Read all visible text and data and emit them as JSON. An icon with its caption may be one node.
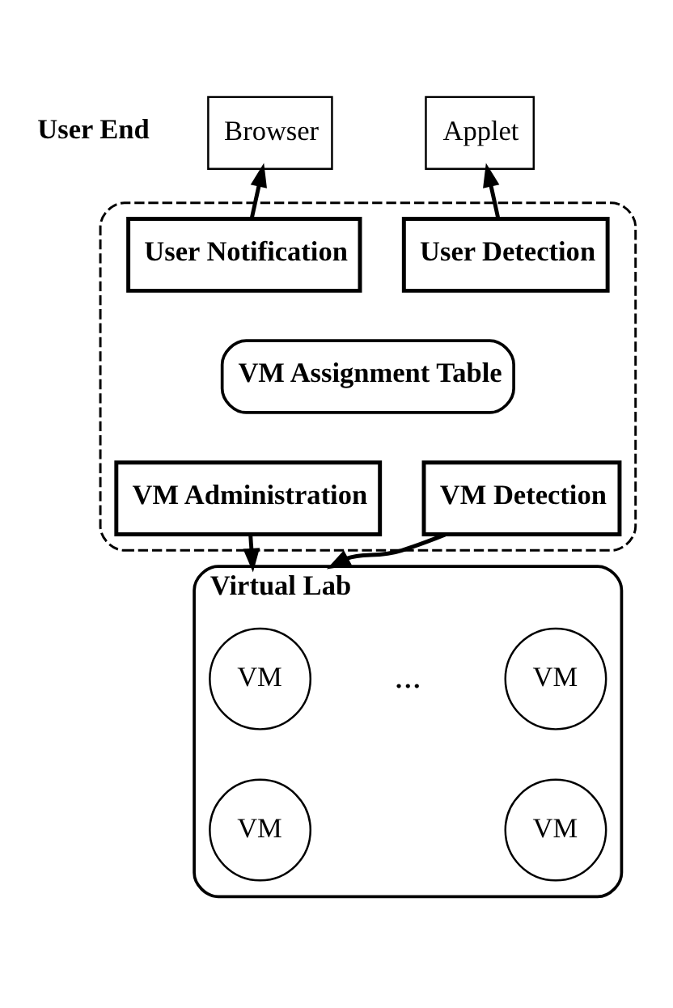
{
  "diagram": {
    "nodes": [
      {
        "text": [
          "Browser"
        ]
      },
      {
        "text": [
          "Applet"
        ]
      },
      {
        "text": [],
        "shape": "box"
      },
      {
        "text": [
          "User Notification"
        ],
        "in": 2
      },
      {
        "text": [
          "User Detection"
        ],
        "in": 2
      },
      {
        "text": [
          "VM Assignment Table"
        ],
        "in": 2
      },
      {
        "text": [
          "VM Administration"
        ],
        "in": 2
      },
      {
        "text": [
          "VM Detection"
        ],
        "in": 2
      },
      {
        "text": [
          "Virtual Lab"
        ]
      },
      {
        "text": [
          "VM"
        ],
        "in": 8
      },
      {
        "text": [
          "VM"
        ],
        "in": 8
      },
      {
        "text": [
          "VM"
        ],
        "in": 8
      },
      {
        "text": [
          "VM"
        ],
        "in": 8
      }
    ],
    "edges": [
      {
        "from": 3,
        "to": 0,
        "arrow": "to"
      },
      {
        "from": 4,
        "to": 1,
        "arrow": "to"
      },
      {
        "from": 6,
        "to": 8,
        "arrow": "to"
      },
      {
        "from": 7,
        "to": 8,
        "arrow": "to"
      }
    ],
    "labels": [
      "User End",
      "..."
    ]
  }
}
